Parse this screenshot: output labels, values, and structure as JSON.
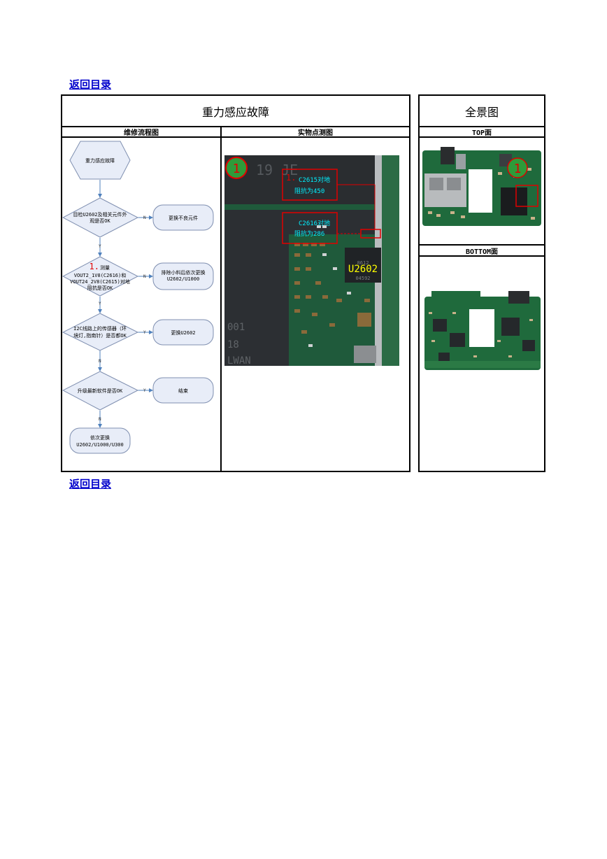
{
  "nav": {
    "back_label": "返回目录"
  },
  "main": {
    "title": "重力感应故障",
    "col_flow": "维修流程图",
    "col_photo": "实物点测图"
  },
  "overview": {
    "title": "全景图",
    "top_label": "TOP面",
    "bottom_label": "BOTTOM面"
  },
  "flow": {
    "start": "重力感应故障",
    "d1": [
      "目检U2602及相关元件外",
      "观是否OK"
    ],
    "a1": "更换不良元件",
    "d2_num": "1.",
    "d2": [
      "测量",
      "VOUT2_1V8(C2616)和",
      "VOUT24_2V8(C2615)对地",
      "阻抗是否OK"
    ],
    "a2": [
      "排除小料后依次更换",
      "U2602/U1000"
    ],
    "d3": [
      "I2C线路上的传感器（环",
      "境灯,指南针）是否都OK"
    ],
    "a3": "更换U2602",
    "d4": "升级最新软件是否OK",
    "a4": "结束",
    "end": [
      "依次更换",
      "U2602/U1000/U300"
    ],
    "yes": "Y",
    "no": "N"
  },
  "photo": {
    "marker": "1",
    "chip_label": "U2602",
    "c2615_num": "1.",
    "c2615_line1": "C2615对地",
    "c2615_line2": "阻抗为450",
    "c2616_line1": "C2616对地",
    "c2616_line2": "阻抗为286"
  },
  "colors": {
    "link": "#0000cc",
    "flow_fill": "#e8edf8",
    "flow_stroke": "#7f8fb0",
    "arrow": "#4f81bd",
    "red": "#e00000",
    "cyan": "#00f0ff",
    "yellow": "#ffff00",
    "pcb": "#1d5b3a"
  }
}
